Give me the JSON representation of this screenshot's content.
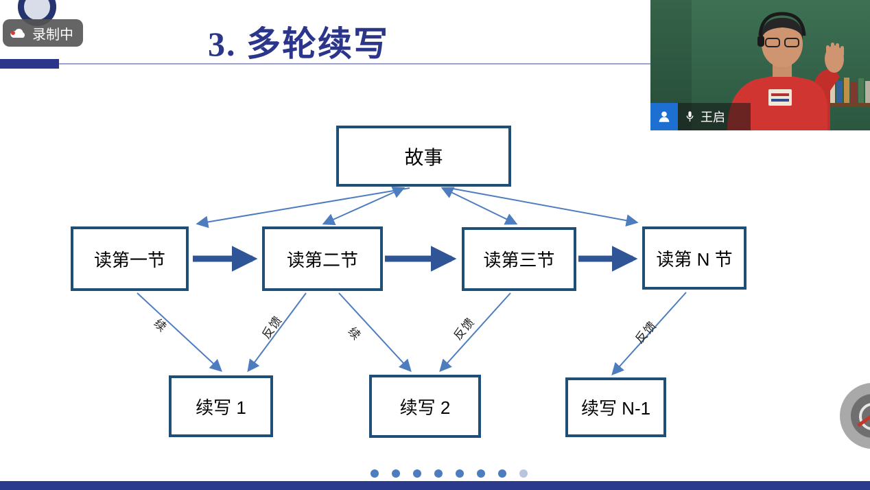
{
  "meeting": {
    "recording": {
      "label": "录制中"
    },
    "participant": {
      "name": "王启"
    }
  },
  "slide": {
    "title": "3. 多轮续写",
    "diagram": {
      "story_label": "故事",
      "read_steps": [
        "读第一节",
        "读第二节",
        "读第三节",
        "读第 N 节"
      ],
      "continuations": [
        "续写 1",
        "续写 2",
        "续写 N-1"
      ],
      "edges": [
        {
          "from": "读第一节",
          "to": "续写 1",
          "label": "续"
        },
        {
          "from": "读第二节",
          "to": "续写 1",
          "label": "反馈"
        },
        {
          "from": "读第二节",
          "to": "续写 2",
          "label": "续"
        },
        {
          "from": "读第三节",
          "to": "续写 2",
          "label": "反馈"
        },
        {
          "from": "读第 N 节",
          "to": "续写 N-1",
          "label": "反馈"
        }
      ]
    }
  },
  "pagination": {
    "dot_count": 8,
    "inactive_last": true
  },
  "icons": {
    "recording_cloud": "cloud",
    "participant_button": "person-silhouette",
    "microphone": "mic",
    "reaction": "stamp"
  },
  "colors": {
    "title": "#2b3589",
    "box_border": "#1f4e79",
    "thin_arrow": "#4d7dbf",
    "thick_arrow": "#2f5597",
    "bottom_bar": "#2c3a8e",
    "chalkboard": "#3e7154",
    "participant_button": "#1d6fd2"
  }
}
